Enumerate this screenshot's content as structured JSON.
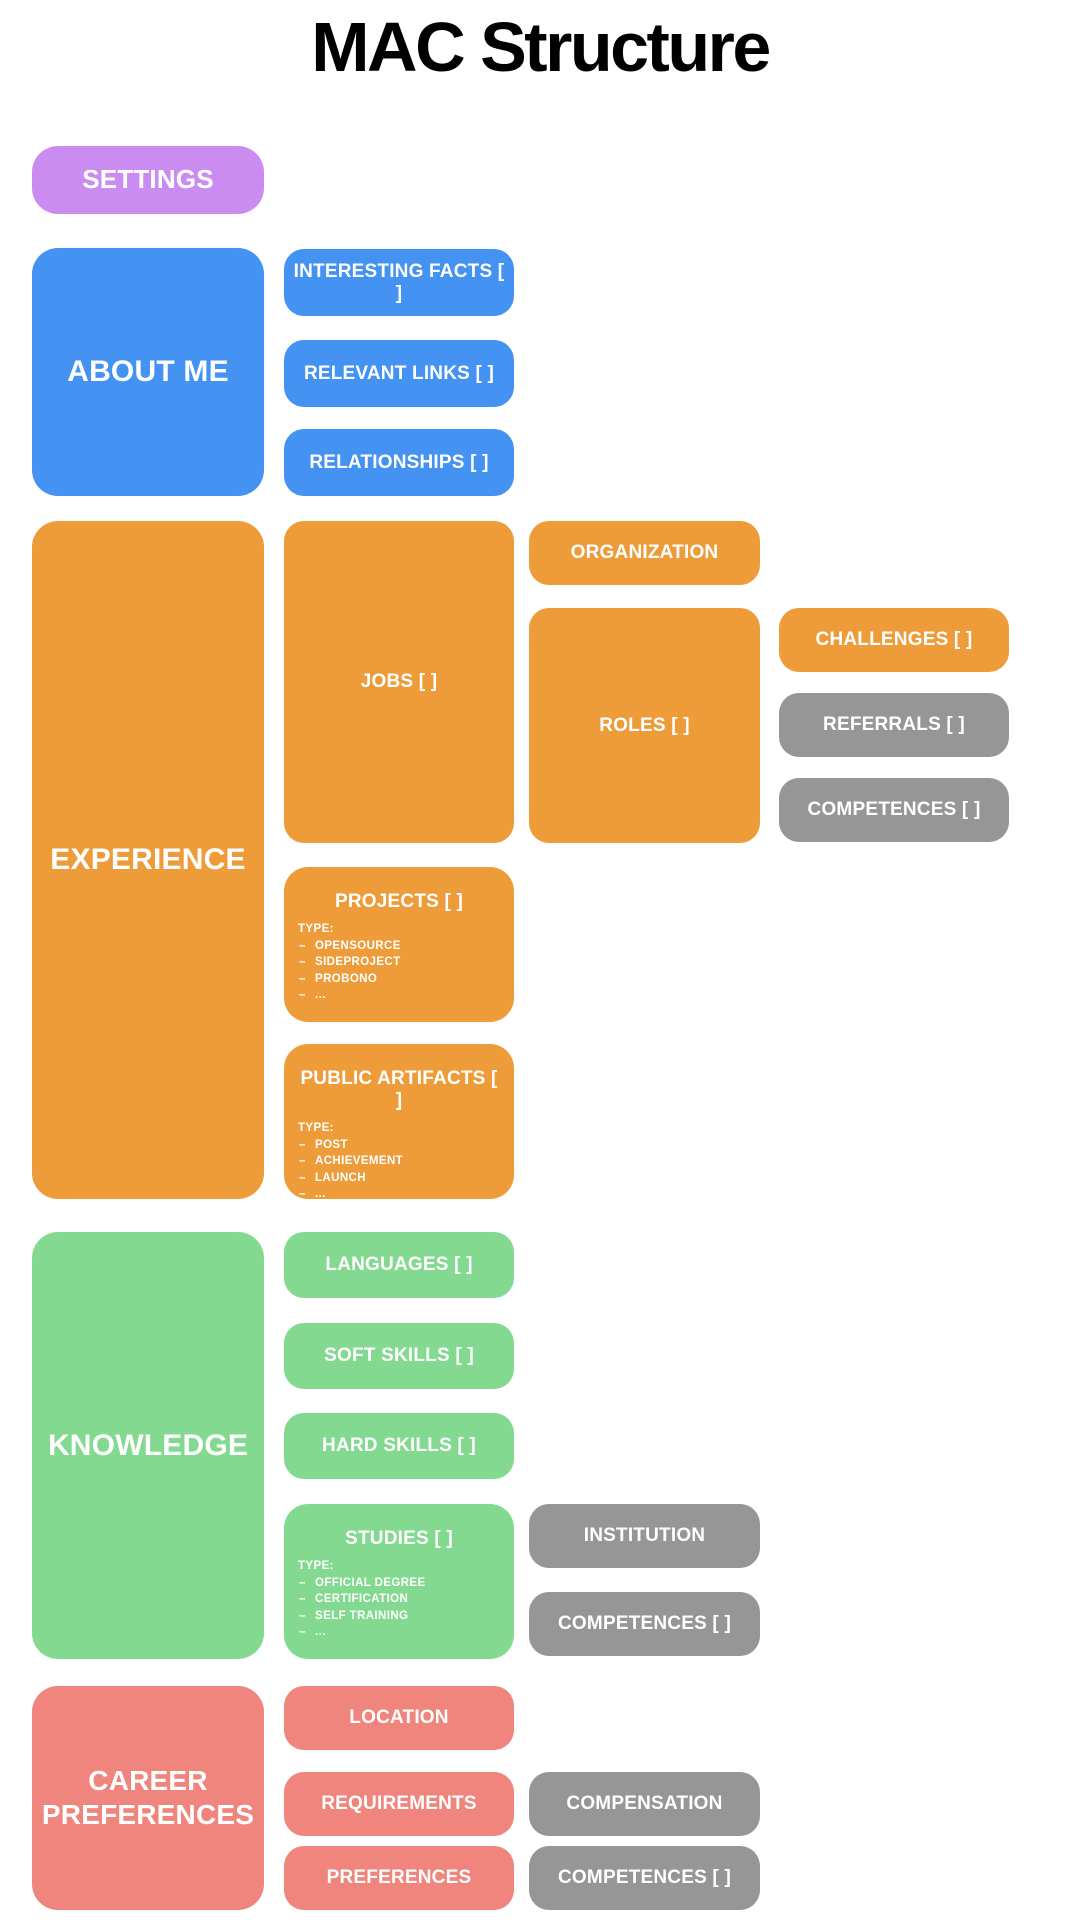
{
  "title": "MAC Structure",
  "colors": {
    "purple": "#cb8cf2",
    "blue": "#4492f2",
    "orange": "#ee9c3a",
    "green": "#83d990",
    "red": "#ef857c",
    "gray": "#969696",
    "text": "#ffffff",
    "title_text": "#000000",
    "background": "#ffffff"
  },
  "settings": {
    "label": "SETTINGS"
  },
  "about_me": {
    "label": "ABOUT ME",
    "children": [
      {
        "label": "INTERESTING FACTS [ ]"
      },
      {
        "label": "RELEVANT LINKS [ ]"
      },
      {
        "label": "RELATIONSHIPS [ ]"
      }
    ]
  },
  "experience": {
    "label": "EXPERIENCE",
    "jobs": {
      "label": "JOBS [ ]"
    },
    "organization": {
      "label": "ORGANIZATION"
    },
    "roles": {
      "label": "ROLES [ ]"
    },
    "challenges": {
      "label": "CHALLENGES [ ]"
    },
    "referrals": {
      "label": "REFERRALS [ ]"
    },
    "competences": {
      "label": "COMPETENCES [ ]"
    },
    "projects": {
      "label": "PROJECTS [ ]",
      "type_heading": "TYPE:",
      "types": [
        "OPENSOURCE",
        "SIDEPROJECT",
        "PROBONO",
        "..."
      ]
    },
    "public_artifacts": {
      "label": "PUBLIC ARTIFACTS [ ]",
      "type_heading": "TYPE:",
      "types": [
        "POST",
        "ACHIEVEMENT",
        "LAUNCH",
        "..."
      ]
    }
  },
  "knowledge": {
    "label": "KNOWLEDGE",
    "languages": {
      "label": "LANGUAGES [ ]"
    },
    "soft_skills": {
      "label": "SOFT SKILLS [ ]"
    },
    "hard_skills": {
      "label": "HARD SKILLS [ ]"
    },
    "studies": {
      "label": "STUDIES [ ]",
      "type_heading": "TYPE:",
      "types": [
        "OFFICIAL DEGREE",
        "CERTIFICATION",
        "SELF TRAINING",
        "..."
      ]
    },
    "institution": {
      "label": "INSTITUTION"
    },
    "competences": {
      "label": "COMPETENCES [ ]"
    }
  },
  "career_preferences": {
    "label": "CAREER PREFERENCES",
    "location": {
      "label": "LOCATION"
    },
    "requirements": {
      "label": "REQUIREMENTS"
    },
    "preferences": {
      "label": "PREFERENCES"
    },
    "compensation": {
      "label": "COMPENSATION"
    },
    "competences": {
      "label": "COMPETENCES [ ]"
    }
  }
}
